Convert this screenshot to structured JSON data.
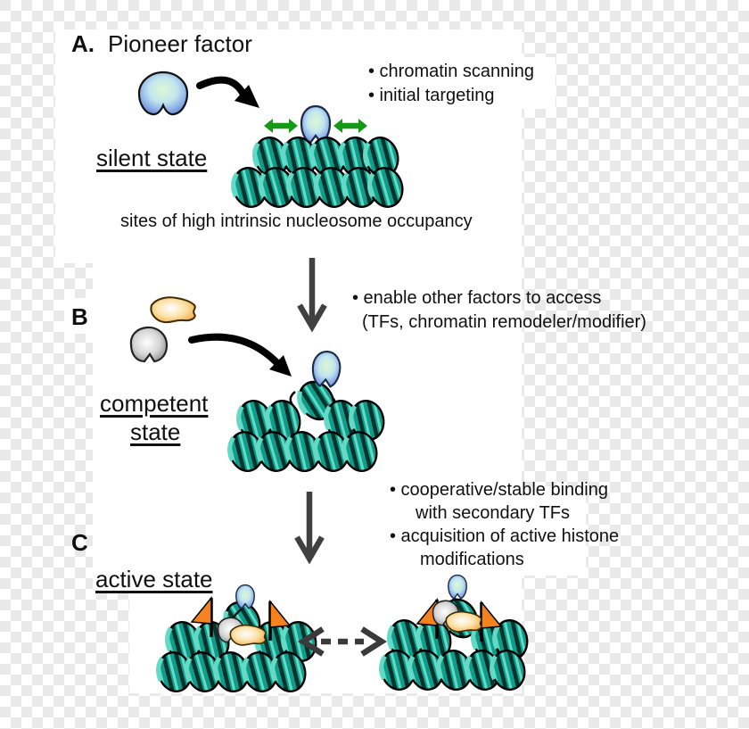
{
  "figure": {
    "panel_a": {
      "label": "A.",
      "title": "Pioneer factor",
      "bullet_1": "• chromatin scanning",
      "bullet_2": "• initial targeting",
      "state": "silent state",
      "caption": "sites of high intrinsic nucleosome occupancy"
    },
    "panel_b": {
      "label": "B",
      "bullet_1": "• enable other factors to access",
      "bullet_2": "(TFs, chromatin remodeler/modifier)",
      "state_line_1": "competent",
      "state_line_2": "state"
    },
    "panel_c": {
      "label": "C",
      "bullet_1": "• cooperative/stable binding",
      "bullet_2": "with secondary TFs",
      "bullet_3": "• acquisition of active histone",
      "bullet_4": "modifications",
      "state": "active state"
    },
    "colors": {
      "nucleosome_teal": "#0E9D8B",
      "nucleosome_dark": "#05332B",
      "nucleosome_light": "#63D9C6",
      "pioneer_blue_edge": "#5E7FD2",
      "pioneer_blue_center": "#D9F6CE",
      "secondary_tf_cream": "#F4B04E",
      "remodeler_gray": "#8A8A8A",
      "histone_flag_orange": "#F5821F",
      "scan_arrow_green": "#169A16",
      "transition_arrow_gray": "#404040",
      "text_black": "#101010"
    }
  }
}
